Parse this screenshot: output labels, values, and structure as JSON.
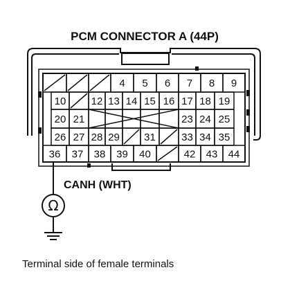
{
  "diagram": {
    "title": "PCM CONNECTOR A (44P)",
    "probe_label": "CANH (WHT)",
    "meter_symbol": "Ω",
    "caption": "Terminal side of female terminals",
    "rows": [
      [
        "",
        "",
        "",
        "4",
        "5",
        "6",
        "7",
        "8",
        "9"
      ],
      [
        "10",
        "",
        "12",
        "13",
        "14",
        "15",
        "16",
        "17",
        "18",
        "19"
      ],
      [
        "20",
        "21",
        "",
        "",
        "",
        "",
        "",
        "23",
        "24",
        "25"
      ],
      [
        "26",
        "27",
        "28",
        "29",
        "",
        "31",
        "",
        "33",
        "34",
        "35"
      ],
      [
        "36",
        "37",
        "38",
        "39",
        "40",
        "",
        "42",
        "43",
        "44"
      ]
    ],
    "probed_terminal": "36"
  }
}
